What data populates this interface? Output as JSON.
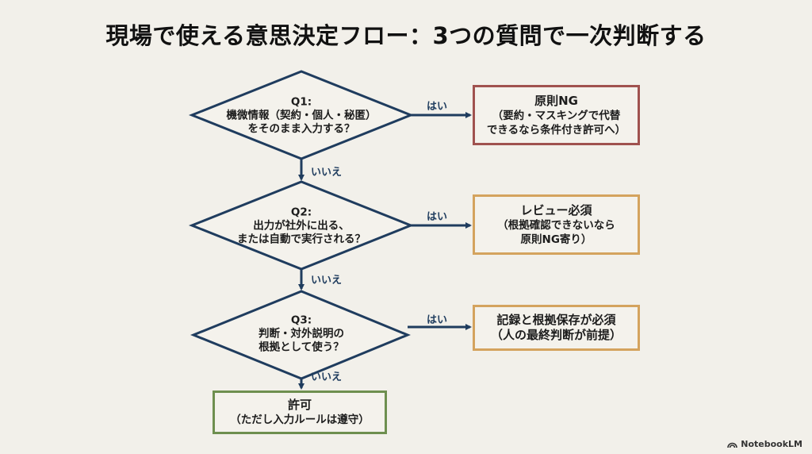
{
  "title": "現場で使える意思決定フロー：3つの質問で一次判断する",
  "colors": {
    "flow_line": "#1f3c5e",
    "ng_border": "#a0524f",
    "review_border": "#d4a35e",
    "record_border": "#d4a35e",
    "allow_border": "#6e8f4f",
    "background": "#f2f0ea"
  },
  "questions": [
    {
      "id": "Q1:",
      "lines": [
        "機微情報（契約・個人・秘匿）",
        "をそのまま入力する？"
      ]
    },
    {
      "id": "Q2:",
      "lines": [
        "出力が社外に出る、",
        "または自動で実行される？"
      ]
    },
    {
      "id": "Q3:",
      "lines": [
        "判断・対外説明の",
        "根拠として使う？"
      ]
    }
  ],
  "outcomes": [
    {
      "title": "原則NG",
      "lines": [
        "（要約・マスキングで代替",
        "できるなら条件付き許可へ）"
      ]
    },
    {
      "title": "レビュー必須",
      "lines": [
        "（根拠確認できないなら",
        "原則NG寄り）"
      ]
    },
    {
      "title": "記録と根拠保存が必須",
      "lines": [
        "（人の最終判断が前提）"
      ]
    }
  ],
  "final": {
    "title": "許可",
    "lines": [
      "（ただし入力ルールは遵守）"
    ]
  },
  "labels": {
    "yes": "はい",
    "no": "いいえ"
  },
  "brand": {
    "icon": "notebooklm-logo-icon",
    "name": "NotebookLM"
  }
}
